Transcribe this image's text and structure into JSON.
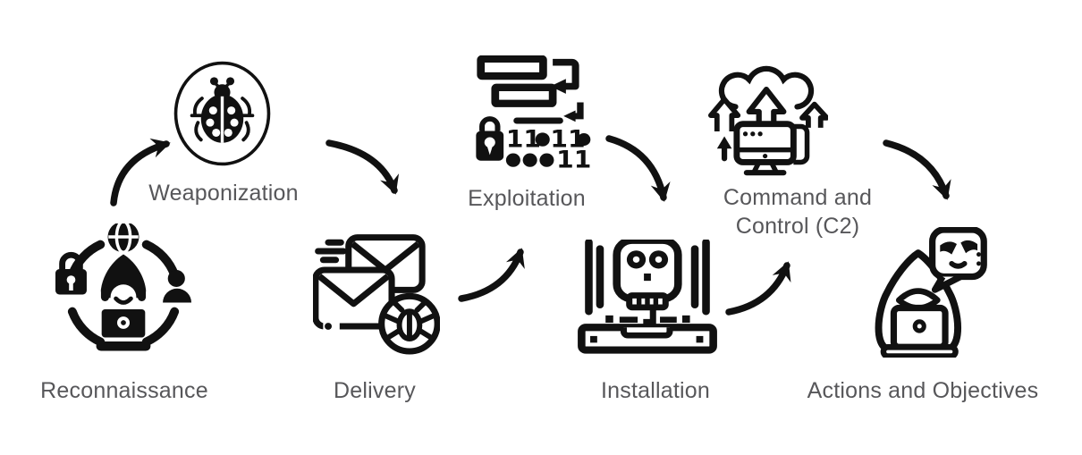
{
  "diagram": {
    "type": "flow",
    "background": "#ffffff",
    "colors": {
      "icon": "#111111",
      "label": "#57575a"
    }
  },
  "stages": [
    {
      "id": "reconnaissance",
      "label": "Reconnaissance",
      "icon": "spy-network-icon"
    },
    {
      "id": "weaponization",
      "label": "Weaponization",
      "icon": "ladybug-circle-icon"
    },
    {
      "id": "delivery",
      "label": "Delivery",
      "icon": "envelopes-bug-icon"
    },
    {
      "id": "exploitation",
      "label": "Exploitation",
      "icon": "code-binary-lock-icon"
    },
    {
      "id": "installation",
      "label": "Installation",
      "icon": "laptop-skull-icon"
    },
    {
      "id": "command_and_control",
      "label": "Command and Control (C2)",
      "icon": "cloud-upload-computer-icon"
    },
    {
      "id": "actions_objectives",
      "label": "Actions and Objectives",
      "icon": "hacker-speech-bubble-icon"
    }
  ],
  "connections": [
    {
      "from": "Reconnaissance",
      "to": "Weaponization"
    },
    {
      "from": "Weaponization",
      "to": "Delivery"
    },
    {
      "from": "Delivery",
      "to": "Exploitation"
    },
    {
      "from": "Exploitation",
      "to": "Installation"
    },
    {
      "from": "Installation",
      "to": "Command and Control (C2)"
    },
    {
      "from": "Command and Control (C2)",
      "to": "Actions and Objectives"
    }
  ]
}
